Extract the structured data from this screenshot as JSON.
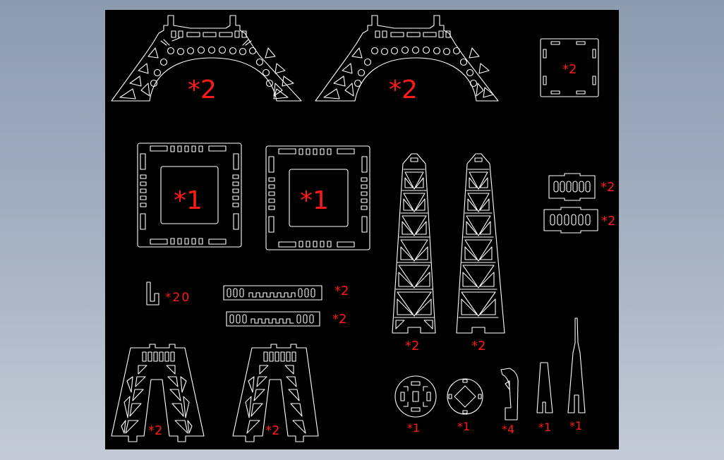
{
  "colors": {
    "background": "#000000",
    "linework": "#ffffff",
    "labels": "#ff1a1a",
    "frame": "#8d9bb0"
  },
  "labels": {
    "arch_left": "*2",
    "arch_right": "*2",
    "small_square": "*2",
    "base_plate_left": "*1",
    "base_plate_right": "*1",
    "connector_top": "*2",
    "connector_bottom": "*2",
    "clip": "*20",
    "strip_top": "*2",
    "strip_bottom": "*2",
    "tower_left": "*2",
    "tower_right": "*2",
    "leg_left": "*2",
    "leg_right": "*2",
    "round_a": "*1",
    "round_b": "*1",
    "hook": "*4",
    "spire_short": "*1",
    "spire_tall": "*1"
  }
}
